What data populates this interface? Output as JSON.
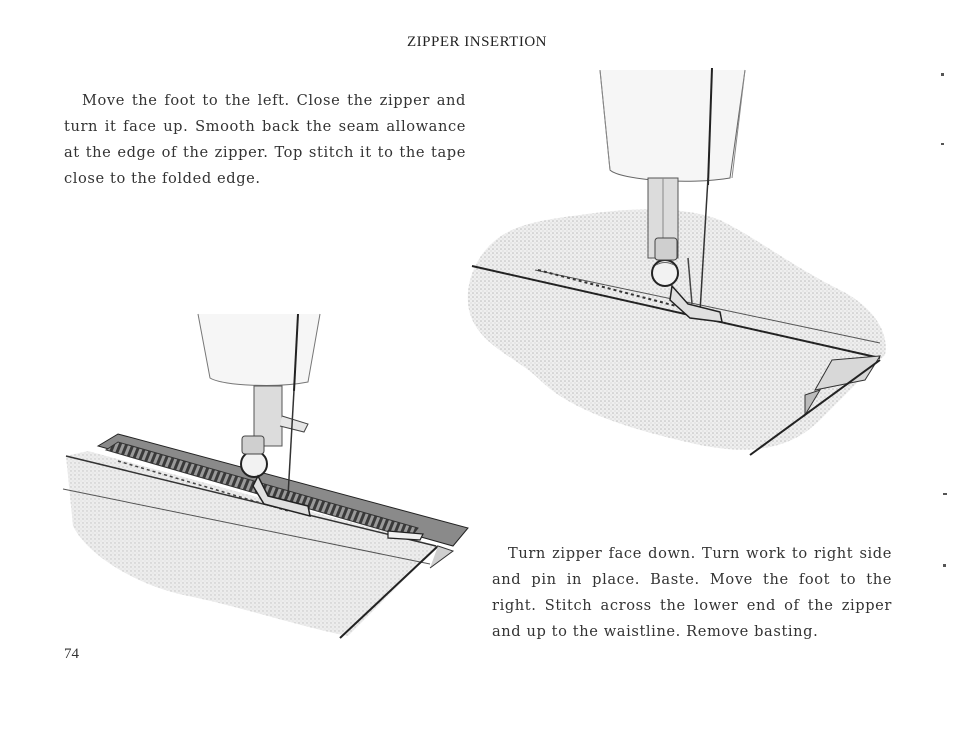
{
  "page": {
    "title": "ZIPPER INSERTION",
    "paragraph_1": "Move the foot to the left. Close the zipper and turn it face up. Smooth back the seam allowance at the edge of the zipper. Top stitch it to the tape close to the folded edge.",
    "paragraph_2": "Turn zipper face down. Turn work to right side and pin in place. Baste. Move the foot to the right. Stitch across the lower end of the zipper and up to the waistline. Remove basting.",
    "page_number": "74"
  },
  "colors": {
    "paper": "#ffffff",
    "ink": "#222222",
    "fabric_shade": "#e4e4e4",
    "zipper_tape": "#8a8a8a"
  }
}
